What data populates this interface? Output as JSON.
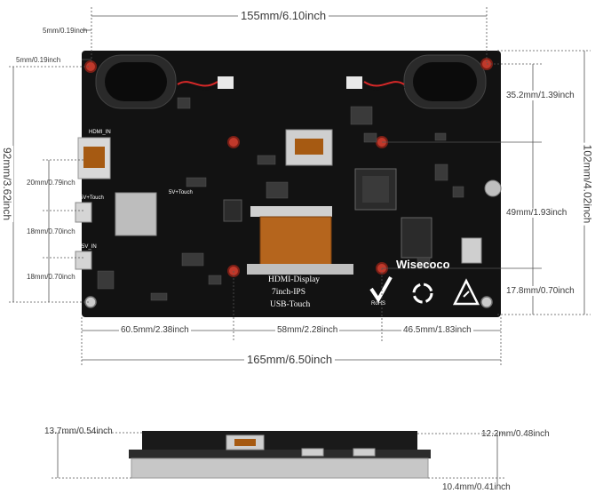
{
  "dimensions": {
    "top_width": "155mm/6.10inch",
    "corner_horizontal": "5mm/0.19inch",
    "corner_vertical": "5mm/0.19inch",
    "left_height": "92mm/3.62inch",
    "right_height": "102mm/4.02inch",
    "left_seg_1": "20mm/0.79inch",
    "left_seg_2": "18mm/0.70inch",
    "left_seg_3": "18mm/0.70inch",
    "right_seg_1": "35.2mm/1.39inch",
    "right_seg_2": "49mm/1.93inch",
    "right_seg_3": "17.8mm/0.70inch",
    "bottom_seg_1": "60.5mm/2.38inch",
    "bottom_seg_2": "58mm/2.28inch",
    "bottom_seg_3": "46.5mm/1.83inch",
    "bottom_total": "165mm/6.50inch",
    "side_left": "13.7mm/0.54inch",
    "side_right_top": "12.2mm/0.48inch",
    "side_right_bottom": "10.4mm/0.41inch"
  },
  "board": {
    "labels": [
      "HDMI-Display",
      "7inch-IPS",
      "USB-Touch"
    ],
    "brand": "Wisecoco",
    "hdmi_in": "HDMI_IN",
    "port_5v_touch": "5V+Touch",
    "port_5v_in": "5V_IN",
    "port_5v_touch_2": "5V+Touch",
    "rohs": "RoHS"
  },
  "colors": {
    "board": "#121212",
    "mount_hole": "#c0392b",
    "flex_cable": "#b5651d",
    "dim_line": "#555555"
  }
}
